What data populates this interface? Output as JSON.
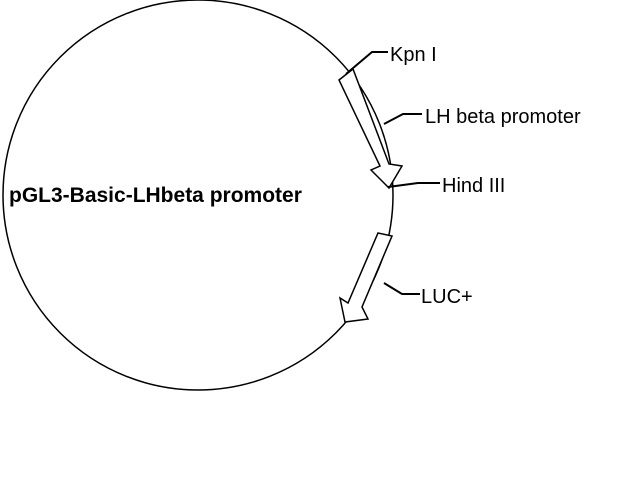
{
  "plasmid": {
    "name": "pGL3-Basic-LHbeta promoter"
  },
  "features": [
    {
      "label": "Kpn I"
    },
    {
      "label": "LH beta promoter"
    },
    {
      "label": "Hind III"
    },
    {
      "label": "LUC+"
    }
  ],
  "colors": {
    "line": "#000000",
    "background": "#ffffff",
    "arrow_fill": "#ffffff"
  }
}
